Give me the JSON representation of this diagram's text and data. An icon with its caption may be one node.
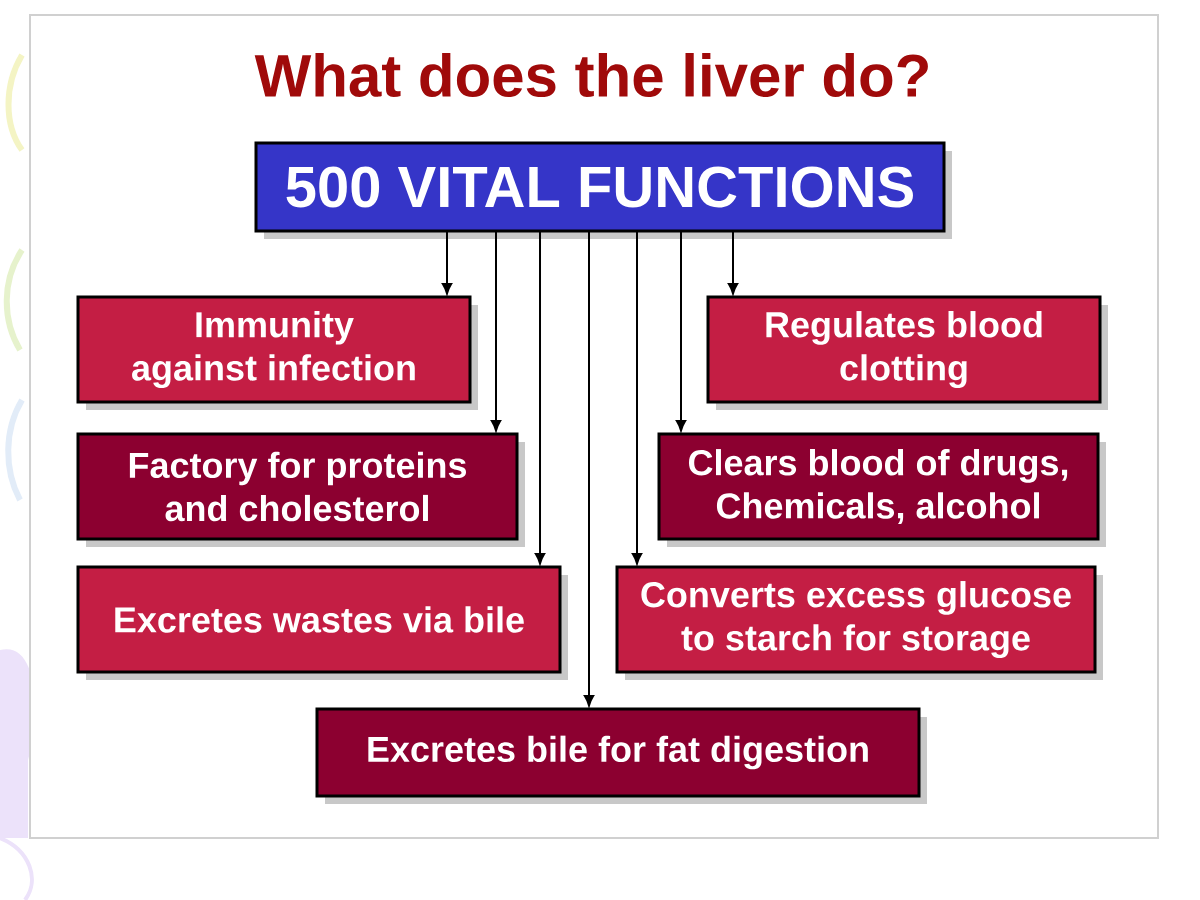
{
  "diagram": {
    "title": "What does the liver do?",
    "nodes": [
      {
        "text": [
          "500 VITAL FUNCTIONS"
        ]
      },
      {
        "text": [
          "Immunity against infection"
        ]
      },
      {
        "text": [
          "Regulates blood clotting"
        ]
      },
      {
        "text": [
          "Factory for proteins and cholesterol"
        ]
      },
      {
        "text": [
          "Clears blood of drugs, Chemicals, alcohol"
        ]
      },
      {
        "text": [
          "Excretes wastes via bile"
        ]
      },
      {
        "text": [
          "Converts excess glucose to starch for storage"
        ]
      },
      {
        "text": [
          "Excretes bile for fat digestion"
        ]
      }
    ],
    "edges": [
      {
        "from": 0,
        "to": 1,
        "arrow": "to"
      },
      {
        "from": 0,
        "to": 3,
        "arrow": "to"
      },
      {
        "from": 0,
        "to": 5,
        "arrow": "to"
      },
      {
        "from": 0,
        "to": 7,
        "arrow": "to"
      },
      {
        "from": 0,
        "to": 6,
        "arrow": "to"
      },
      {
        "from": 0,
        "to": 4,
        "arrow": "to"
      },
      {
        "from": 0,
        "to": 2,
        "arrow": "to"
      }
    ]
  }
}
